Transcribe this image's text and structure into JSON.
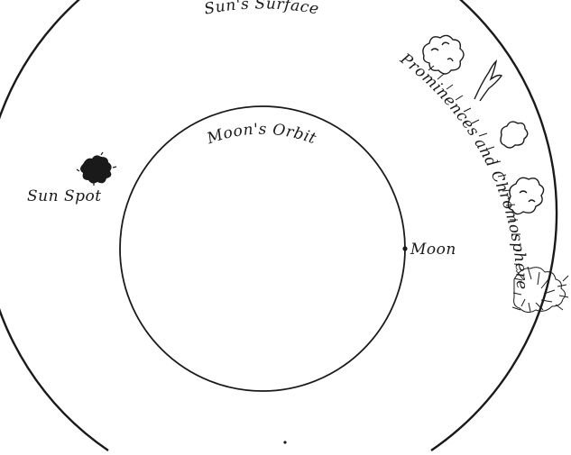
{
  "labels": {
    "sun_surface": "Sun's Surface",
    "moon_orbit": "Moon's Orbit",
    "sun_spot": "Sun Spot",
    "moon": "Moon",
    "prominences": "Prominences and Chromosphere"
  },
  "colors": {
    "ink": "#1a1a1a",
    "paper": "#ffffff"
  }
}
